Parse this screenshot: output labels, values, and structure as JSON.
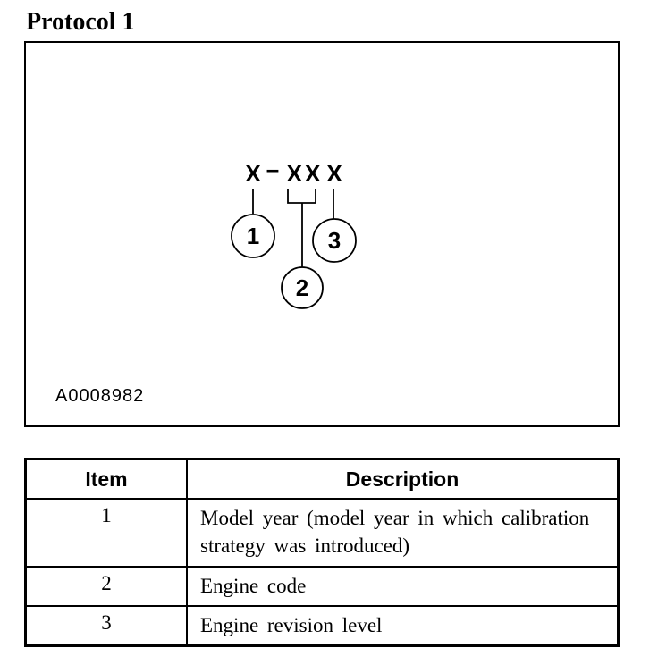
{
  "title": "Protocol 1",
  "colors": {
    "ink": "#000000",
    "background": "#ffffff"
  },
  "figure": {
    "image_code": "A0008982",
    "code_parts": {
      "p1": "X",
      "dash": "–",
      "p2": "XX",
      "p3": "X"
    },
    "callouts": {
      "c1": "1",
      "c2": "2",
      "c3": "3"
    }
  },
  "table": {
    "col_item": "Item",
    "col_description": "Description",
    "rows": [
      {
        "item": "1",
        "description": "Model year (model year in which calibration strategy was introduced)"
      },
      {
        "item": "2",
        "description": "Engine code"
      },
      {
        "item": "3",
        "description": "Engine revision level"
      }
    ]
  }
}
